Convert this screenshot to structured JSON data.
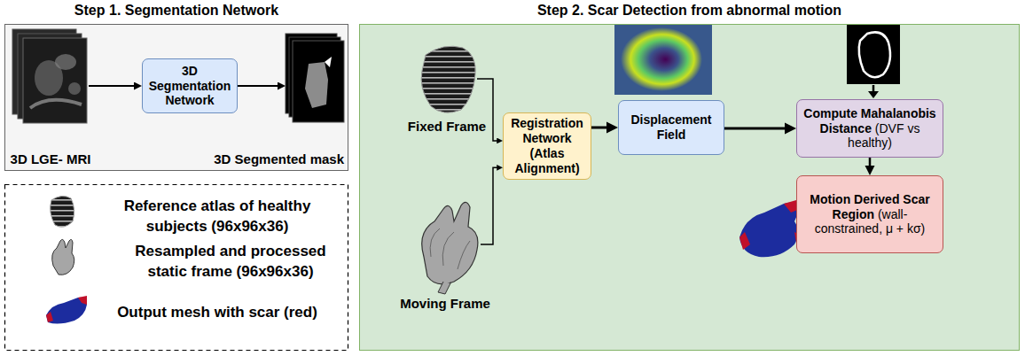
{
  "diagram": {
    "nodes": [
      {
        "text": [
          "Step 1. Segmentation Network"
        ]
      },
      {
        "text": [
          "3D LGE- MRI"
        ],
        "in": 0
      },
      {
        "text": [
          "3D Segmentation Network"
        ],
        "in": 0
      },
      {
        "text": [
          "3D Segmented mask"
        ],
        "in": 0
      },
      {
        "text": [
          "Step 2. Scar Detection from abnormal motion"
        ]
      },
      {
        "text": [
          "Fixed Frame"
        ],
        "in": 4
      },
      {
        "text": [
          "Moving Frame"
        ],
        "in": 4
      },
      {
        "text": [
          "Registration Network (Atlas Alignment)"
        ],
        "in": 4
      },
      {
        "text": [
          "Displacement Field"
        ],
        "in": 4
      },
      {
        "text": [
          "Compute Mahalanobis Distance",
          "(DVF vs healthy)"
        ],
        "in": 4
      },
      {
        "text": [
          "Motion Derived Scar Region",
          "(wall-constrained, μ + kσ)"
        ],
        "in": 4
      }
    ],
    "edges": [
      {
        "from": 1,
        "to": 2,
        "arrow": "to"
      },
      {
        "from": 2,
        "to": 3,
        "arrow": "to"
      },
      {
        "from": 5,
        "to": 7,
        "arrow": "to"
      },
      {
        "from": 6,
        "to": 7,
        "arrow": "to"
      },
      {
        "from": 7,
        "to": 8,
        "arrow": "to"
      },
      {
        "from": 8,
        "to": 9,
        "arrow": "to"
      },
      {
        "from": 9,
        "to": 10,
        "arrow": "to"
      }
    ],
    "legend": [
      {
        "text": "Reference atlas of healthy subjects (96x96x36)"
      },
      {
        "text": "Resampled and processed static frame (96x96x36)"
      },
      {
        "text": "Output mesh with scar (red)"
      }
    ]
  }
}
